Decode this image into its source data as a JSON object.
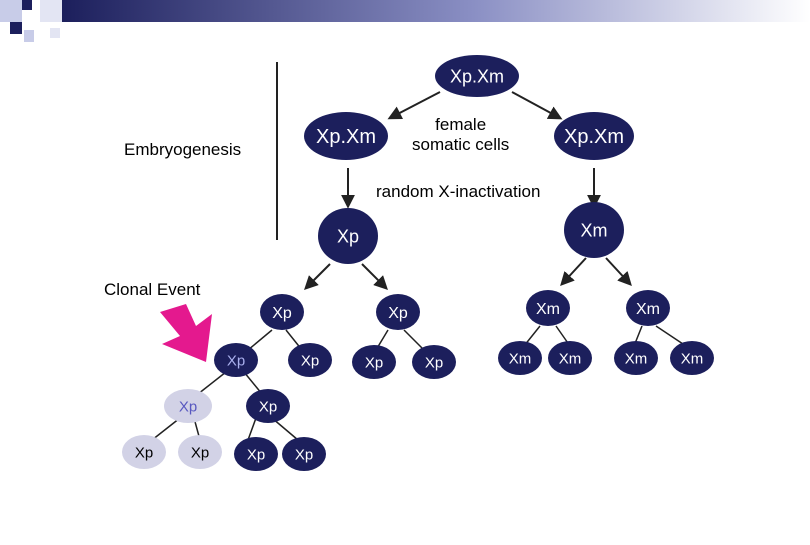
{
  "colors": {
    "node_fill": "#1c1f5c",
    "node_text": "#ffffff",
    "node_text_dim": "#aab0ee",
    "clone_fill": "#d2d2e6",
    "clone_text": "#000000",
    "line": "#222222",
    "arrow": "#e4198e",
    "corner_dark": "#1c1f5c",
    "corner_light": "#c8cce8"
  },
  "labels": {
    "embryogenesis": "Embryogenesis",
    "female_somatic_cells": [
      "female",
      "somatic cells"
    ],
    "random_x_inactivation": "random X-inactivation",
    "clonal_event": "Clonal Event"
  },
  "nodes": {
    "root": "Xp.Xm",
    "left_parent": "Xp.Xm",
    "right_parent": "Xp.Xm",
    "inactivated_left": "Xp",
    "inactivated_right": "Xm",
    "gen2": [
      "Xp",
      "Xp",
      "Xm",
      "Xm"
    ],
    "gen3": [
      "Xp",
      "Xp",
      "Xp",
      "Xp",
      "Xm",
      "Xm",
      "Xm",
      "Xm"
    ],
    "gen4": [
      "Xp",
      "Xp"
    ],
    "gen5": [
      "Xp",
      "Xp",
      "Xp",
      "Xp"
    ]
  }
}
